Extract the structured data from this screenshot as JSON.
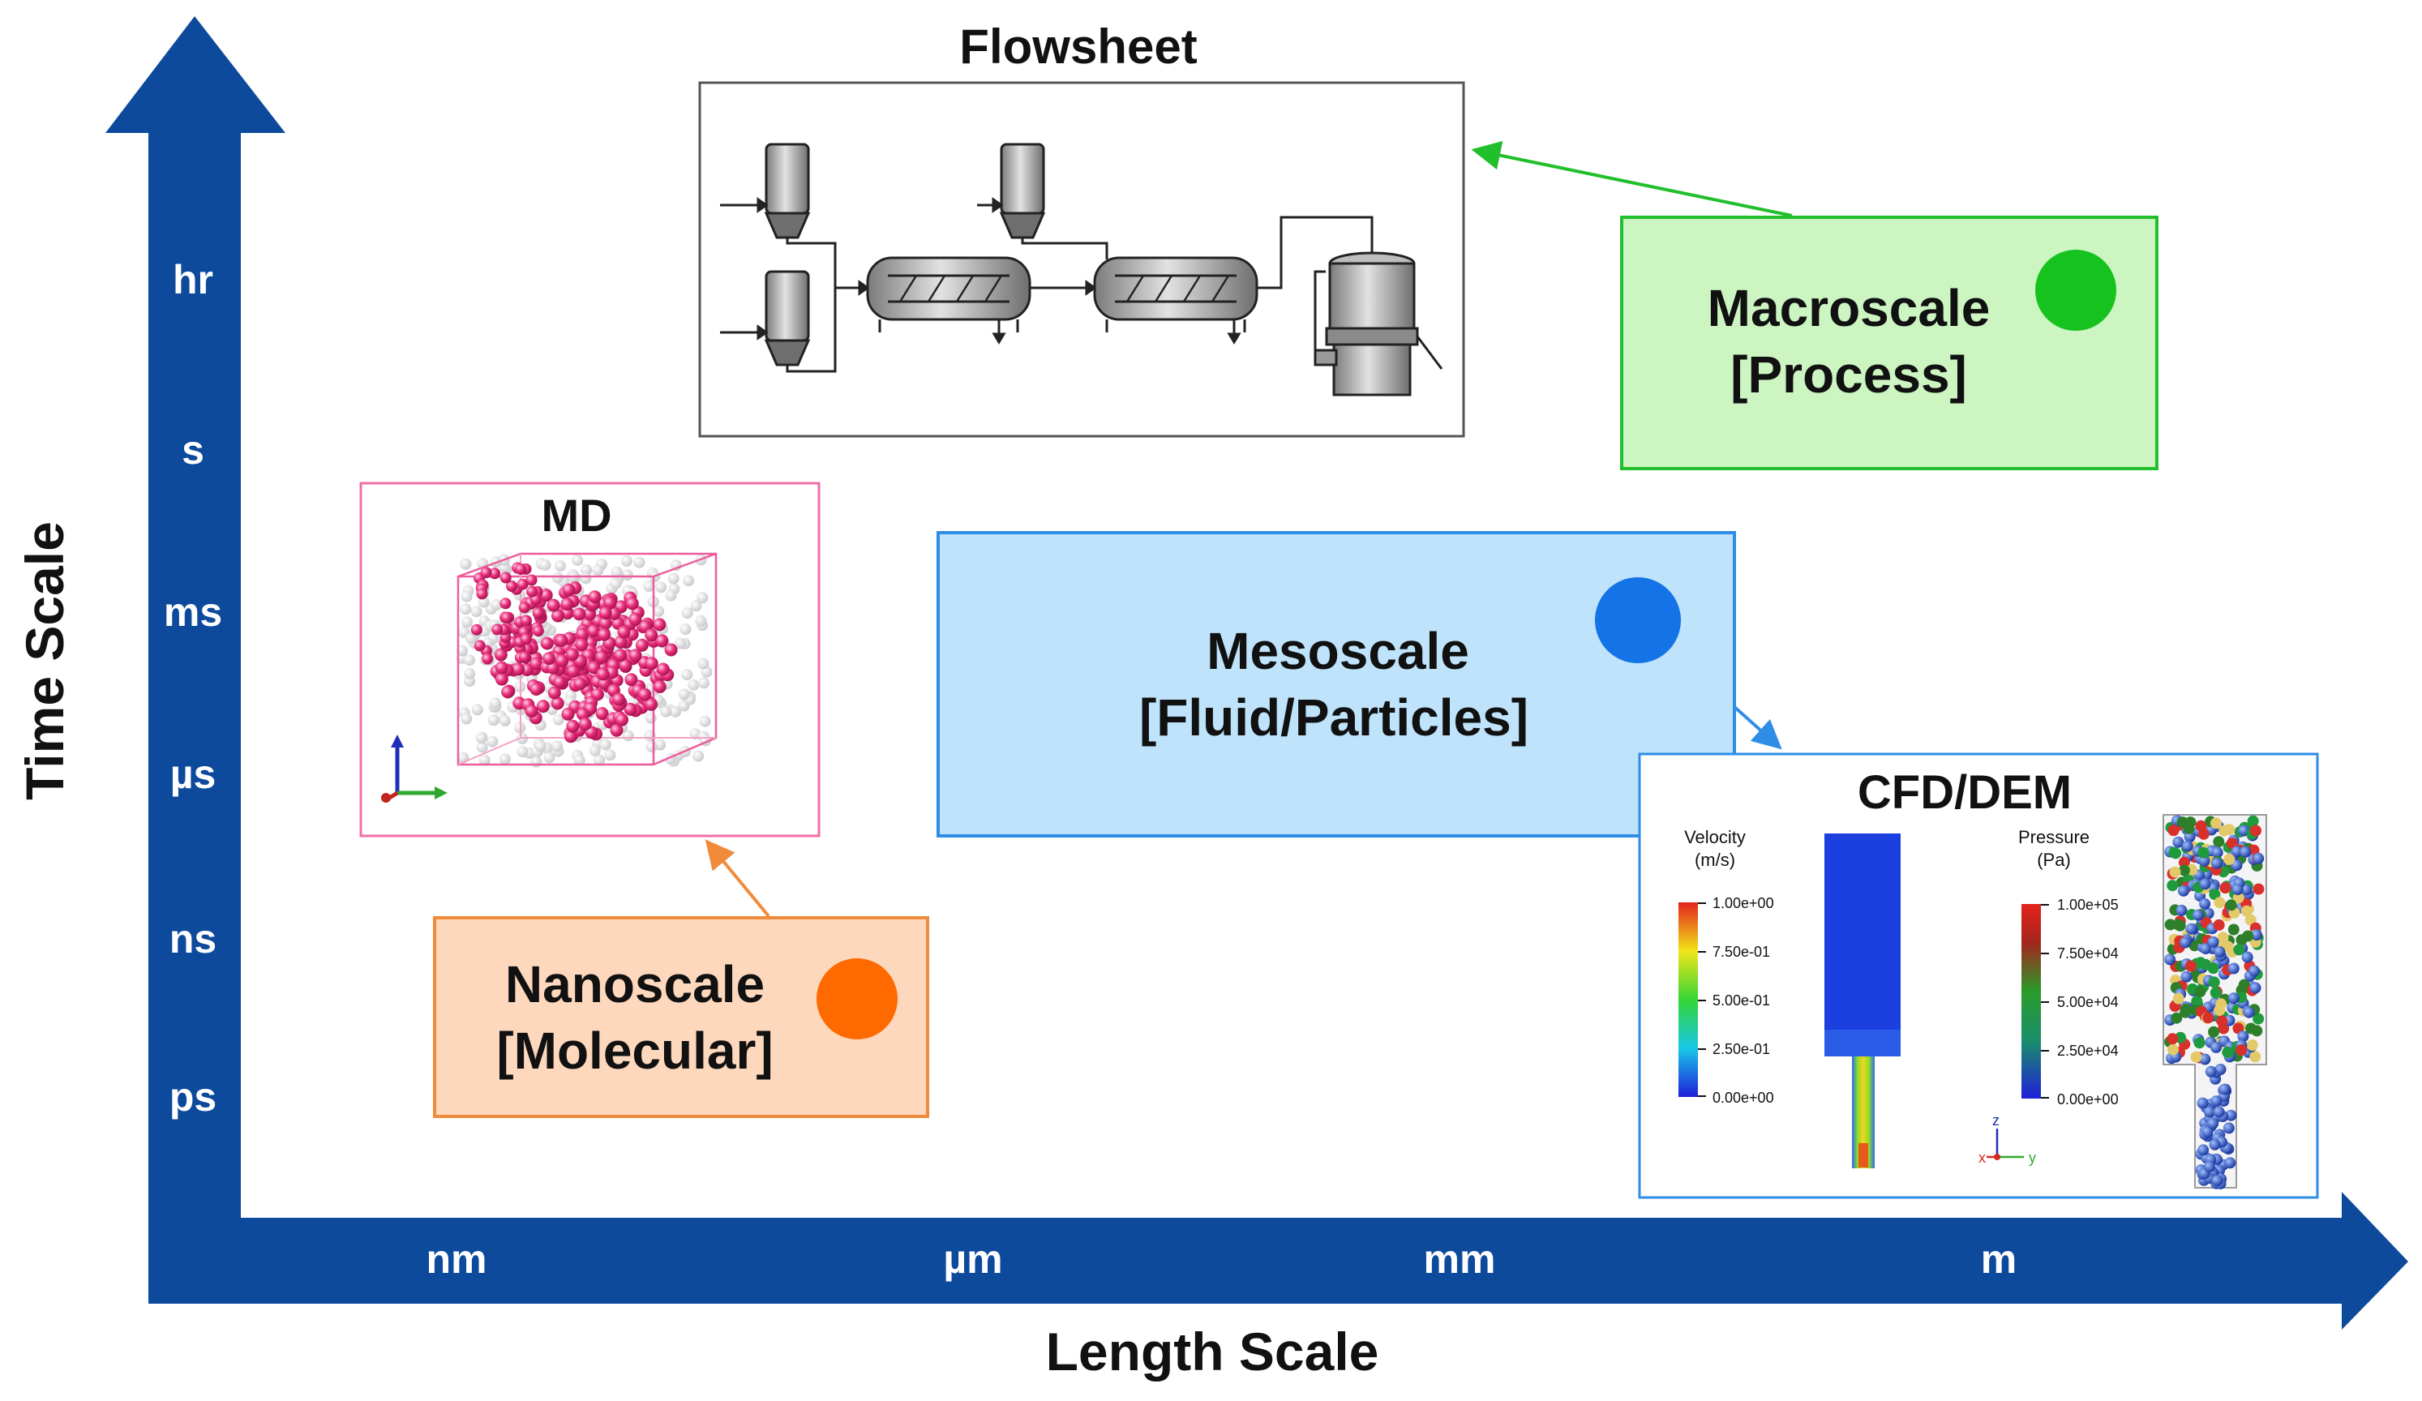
{
  "axes": {
    "y_title": "Time Scale",
    "x_title": "Length Scale",
    "y_ticks": [
      "hr",
      "s",
      "ms",
      "µs",
      "ns",
      "ps"
    ],
    "x_ticks": [
      "nm",
      "µm",
      "mm",
      "m"
    ]
  },
  "scales": {
    "macro": {
      "line1": "Macroscale",
      "line2": "[Process]"
    },
    "meso": {
      "line1": "Mesoscale",
      "line2": "[Fluid/Particles]"
    },
    "nano": {
      "line1": "Nanoscale",
      "line2": "[Molecular]"
    }
  },
  "panels": {
    "flowsheet": {
      "title": "Flowsheet"
    },
    "md": {
      "title": "MD"
    },
    "cfd": {
      "title": "CFD/DEM",
      "velocity_label1": "Velocity",
      "velocity_label2": "(m/s)",
      "velocity_ticks": [
        "1.00e+00",
        "7.50e-01",
        "5.00e-01",
        "2.50e-01",
        "0.00e+00"
      ],
      "pressure_label1": "Pressure",
      "pressure_label2": "(Pa)",
      "pressure_ticks": [
        "1.00e+05",
        "7.50e+04",
        "5.00e+04",
        "2.50e+04",
        "0.00e+00"
      ],
      "triad_z": "z",
      "triad_x": "x",
      "triad_y": "y"
    }
  },
  "colors": {
    "axis": "#0d4a9c",
    "macro_fill": "#ccf5c2",
    "macro_stroke": "#21bf2c",
    "macro_dot": "#16c21e",
    "meso_fill": "#bfe3fb",
    "meso_stroke": "#2f8de6",
    "meso_dot": "#1473e6",
    "nano_fill": "#fdd8bd",
    "nano_stroke": "#f08b3c",
    "nano_dot": "#ff6a00",
    "md_stroke": "#f06fa7"
  }
}
